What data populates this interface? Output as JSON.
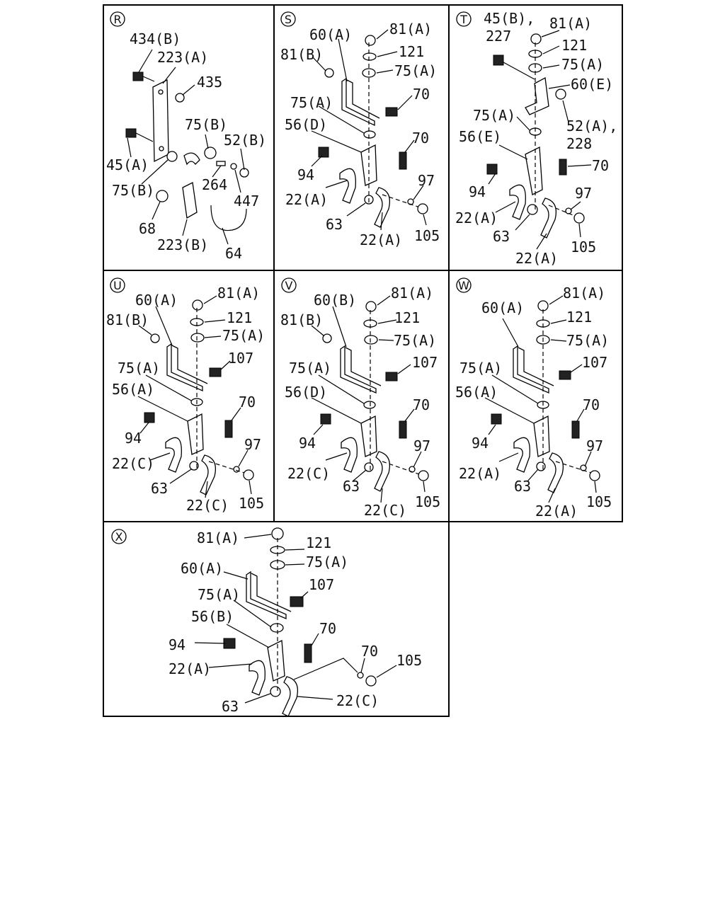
{
  "panels": {
    "R": {
      "id": "R",
      "labels": [
        "434(B)",
        "223(A)",
        "435",
        "45(A)",
        "75(B)",
        "52(B)",
        "75(B)",
        "264",
        "447",
        "68",
        "223(B)",
        "64"
      ]
    },
    "S": {
      "id": "S",
      "labels": [
        "60(A)",
        "81(A)",
        "121",
        "81(B)",
        "75(A)",
        "70",
        "75(A)",
        "56(D)",
        "70",
        "94",
        "22(A)",
        "97",
        "63",
        "22(A)",
        "105"
      ]
    },
    "T": {
      "id": "T",
      "labels": [
        "45(B),",
        "81(A)",
        "227",
        "121",
        "75(A)",
        "60(E)",
        "75(A)",
        "52(A),",
        "56(E)",
        "228",
        "70",
        "94",
        "97",
        "22(A)",
        "63",
        "105",
        "22(A)"
      ]
    },
    "U": {
      "id": "U",
      "labels": [
        "60(A)",
        "81(A)",
        "121",
        "81(B)",
        "75(A)",
        "75(A)",
        "107",
        "56(A)",
        "70",
        "94",
        "97",
        "22(C)",
        "63",
        "22(C)",
        "105"
      ]
    },
    "V": {
      "id": "V",
      "labels": [
        "60(B)",
        "81(A)",
        "121",
        "81(B)",
        "75(A)",
        "75(A)",
        "107",
        "56(D)",
        "70",
        "94",
        "97",
        "22(C)",
        "63",
        "22(C)",
        "105"
      ]
    },
    "W": {
      "id": "W",
      "labels": [
        "60(A)",
        "81(A)",
        "121",
        "75(A)",
        "75(A)",
        "107",
        "56(A)",
        "70",
        "94",
        "97",
        "22(A)",
        "63",
        "22(A)",
        "105"
      ]
    },
    "X": {
      "id": "X",
      "labels": [
        "81(A)",
        "121",
        "60(A)",
        "75(A)",
        "75(A)",
        "107",
        "56(B)",
        "70",
        "94",
        "22(A)",
        "70",
        "105",
        "63",
        "22(C)"
      ]
    }
  }
}
